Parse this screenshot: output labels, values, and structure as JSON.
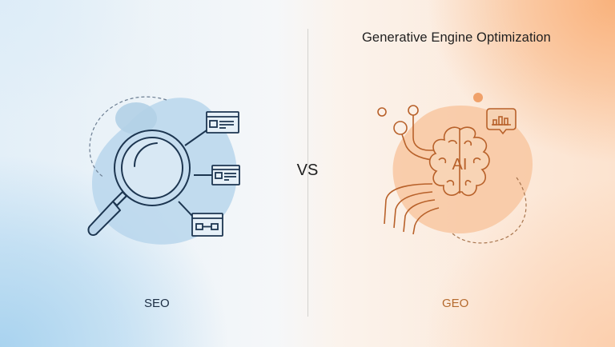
{
  "header": {
    "title": "Generative Engine Optimization"
  },
  "center": {
    "versus_label": "VS"
  },
  "left_panel": {
    "label": "SEO",
    "illustration": "magnifying-glass-with-web-pages",
    "accent_color": "#1c3550",
    "blob_color": "#b9d6ec"
  },
  "right_panel": {
    "label": "GEO",
    "illustration": "ai-brain-with-circuits",
    "brain_text": "AI",
    "accent_color": "#b8612a",
    "blob_color": "#f8c7a1"
  },
  "colors": {
    "left_background": "#a9d3ef",
    "right_background": "#f9b27c",
    "divider": "#c8c8c8"
  }
}
